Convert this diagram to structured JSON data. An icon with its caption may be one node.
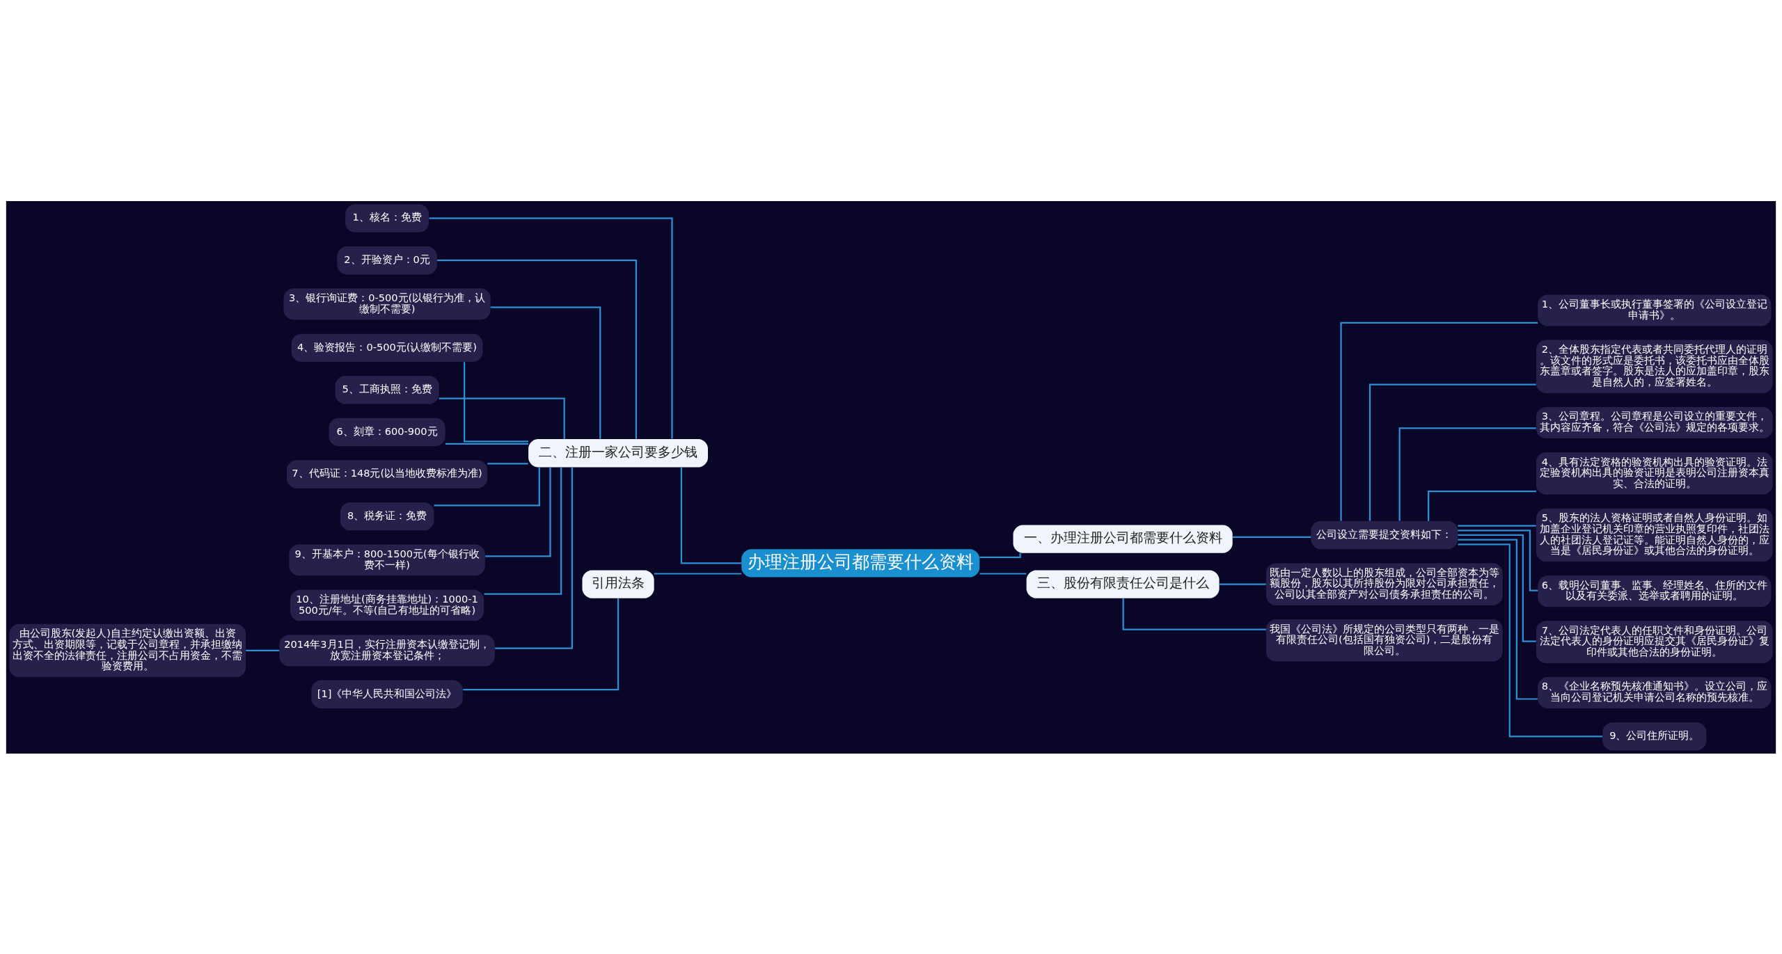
{
  "diagram": {
    "nodes": [
      {
        "text": [
          "办理注册公司都需要什么资料"
        ]
      },
      {
        "text": [
          "一、办理注册公司都需要什么资料"
        ]
      },
      {
        "text": [
          "公司设立需要提交资料如下："
        ]
      },
      {
        "text": [
          "1、公司董事长或执行董事签署的《公司设立登记申请书》。"
        ]
      },
      {
        "text": [
          "2、全体股东指定代表或者共同委托代理人的证明。该文件的形式应是委托书，该委托书应由全体股东盖章或者签字。股东是法人的应加盖印章，股东是自然人的，应签署姓名。"
        ]
      },
      {
        "text": [
          "3、公司章程。公司章程是公司设立的重要文件，其内容应齐备，符合《公司法》规定的各项要求。"
        ]
      },
      {
        "text": [
          "4、具有法定资格的验资机构出具的验资证明。法定验资机构出具的验资证明是表明公司注册资本真实、合法的证明。"
        ]
      },
      {
        "text": [
          "5、股东的法人资格证明或者自然人身份证明。如加盖企业登记机关印章的营业执照复印件，社团法人的社团法人登记证等。能证明自然人身份的，应当是《居民身份证》或其他合法的身份证明。"
        ]
      },
      {
        "text": [
          "6、载明公司董事、监事、经理姓名、住所的文件以及有关委派、选举或者聘用的证明。"
        ]
      },
      {
        "text": [
          "7、公司法定代表人的任职文件和身份证明。公司法定代表人的身份证明应提交其《居民身份证》复印件或其他合法的身份证明。"
        ]
      },
      {
        "text": [
          "8、《企业名称预先核准通知书》。设立公司，应当向公司登记机关申请公司名称的预先核准。"
        ]
      },
      {
        "text": [
          "9、公司住所证明。"
        ]
      },
      {
        "text": [
          "三、股份有限责任公司是什么"
        ]
      },
      {
        "text": [
          "既由一定人数以上的股东组成，公司全部资本为等额股份，股东以其所持股份为限对公司承担责任，公司以其全部资产对公司债务承担责任的公司。"
        ]
      },
      {
        "text": [
          "我国《公司法》所规定的公司类型只有两种，一是有限责任公司(包括国有独资公司)，二是股份有限公司。"
        ]
      },
      {
        "text": [
          "二、注册一家公司要多少钱"
        ]
      },
      {
        "text": [
          "1、核名：免费"
        ]
      },
      {
        "text": [
          "2、开验资户：0元"
        ]
      },
      {
        "text": [
          "3、银行询证费：0-500元(以银行为准，认缴制不需要)"
        ]
      },
      {
        "text": [
          "4、验资报告：0-500元(认缴制不需要)"
        ]
      },
      {
        "text": [
          "5、工商执照：免费"
        ]
      },
      {
        "text": [
          "6、刻章：600-900元"
        ]
      },
      {
        "text": [
          "7、代码证：148元(以当地收费标准为准)"
        ]
      },
      {
        "text": [
          "8、税务证：免费"
        ]
      },
      {
        "text": [
          "9、开基本户：800-1500元(每个银行收费不一样)"
        ]
      },
      {
        "text": [
          "10、注册地址(商务挂靠地址)：1000-1500元/年。不等(自己有地址的可省略)"
        ]
      },
      {
        "text": [
          "2014年3月1日，实行注册资本认缴登记制，放宽注册资本登记条件；"
        ]
      },
      {
        "text": [
          "由公司股东(发起人)自主约定认缴出资额、出资方式、出资期限等，记载于公司章程，并承担缴纳出资不全的法律责任，注册公司不占用资金，不需验资费用。"
        ]
      },
      {
        "text": [
          "引用法条"
        ]
      },
      {
        "text": [
          "[1]《中华人民共和国公司法》"
        ]
      }
    ],
    "edges": [
      {
        "from": 0,
        "to": 1,
        "arrow": "none"
      },
      {
        "from": 1,
        "to": 2,
        "arrow": "none"
      },
      {
        "from": 2,
        "to": 3,
        "arrow": "none"
      },
      {
        "from": 2,
        "to": 4,
        "arrow": "none"
      },
      {
        "from": 2,
        "to": 5,
        "arrow": "none"
      },
      {
        "from": 2,
        "to": 6,
        "arrow": "none"
      },
      {
        "from": 2,
        "to": 7,
        "arrow": "none"
      },
      {
        "from": 2,
        "to": 8,
        "arrow": "none"
      },
      {
        "from": 2,
        "to": 9,
        "arrow": "none"
      },
      {
        "from": 2,
        "to": 10,
        "arrow": "none"
      },
      {
        "from": 2,
        "to": 11,
        "arrow": "none"
      },
      {
        "from": 0,
        "to": 12,
        "arrow": "none"
      },
      {
        "from": 12,
        "to": 13,
        "arrow": "none"
      },
      {
        "from": 12,
        "to": 14,
        "arrow": "none"
      },
      {
        "from": 0,
        "to": 15,
        "arrow": "none"
      },
      {
        "from": 15,
        "to": 16,
        "arrow": "none"
      },
      {
        "from": 15,
        "to": 17,
        "arrow": "none"
      },
      {
        "from": 15,
        "to": 18,
        "arrow": "none"
      },
      {
        "from": 15,
        "to": 19,
        "arrow": "none"
      },
      {
        "from": 15,
        "to": 20,
        "arrow": "none"
      },
      {
        "from": 15,
        "to": 21,
        "arrow": "none"
      },
      {
        "from": 15,
        "to": 22,
        "arrow": "none"
      },
      {
        "from": 15,
        "to": 23,
        "arrow": "none"
      },
      {
        "from": 15,
        "to": 24,
        "arrow": "none"
      },
      {
        "from": 15,
        "to": 25,
        "arrow": "none"
      },
      {
        "from": 15,
        "to": 26,
        "arrow": "none"
      },
      {
        "from": 26,
        "to": 27,
        "arrow": "none"
      },
      {
        "from": 0,
        "to": 28,
        "arrow": "none"
      },
      {
        "from": 28,
        "to": 29,
        "arrow": "none"
      }
    ]
  }
}
